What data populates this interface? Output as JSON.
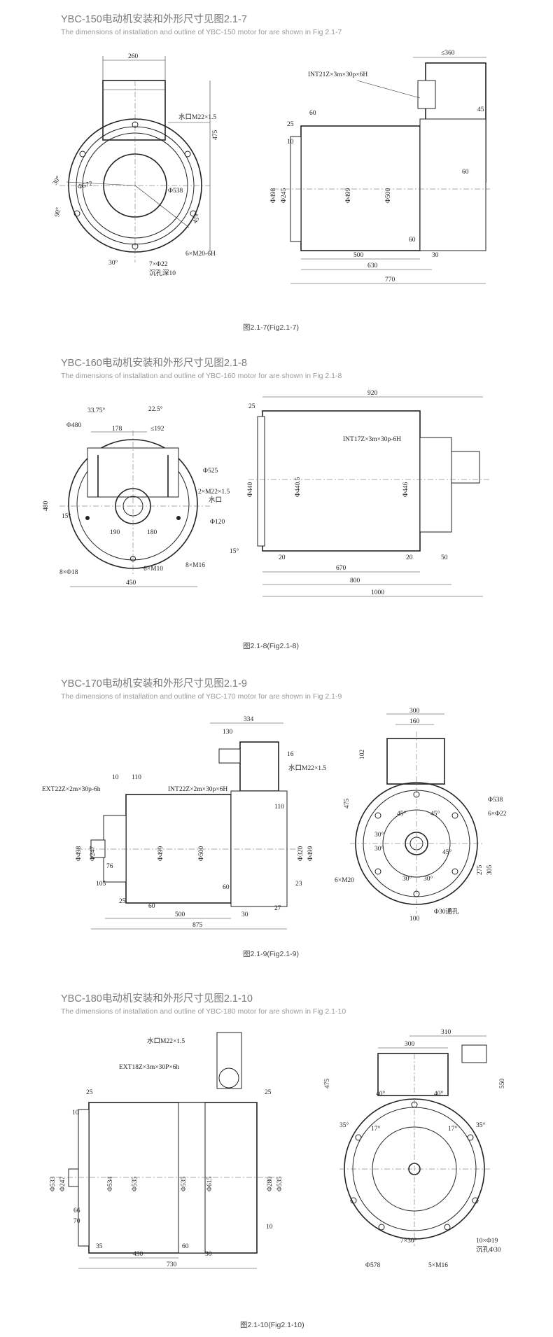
{
  "sections": [
    {
      "title_cn": "YBC-150电动机安装和外形尺寸见图2.1-7",
      "title_en": "The dimensions of installation and outline of YBC-150 motor for are shown in Fig 2.1-7",
      "caption": "图2.1-7(Fig2.1-7)",
      "labels": {
        "d260": "260",
        "water": "水口M22×1.5",
        "d475": "475",
        "a30a": "30°",
        "phi572": "Φ572",
        "phi538": "Φ538",
        "a90": "90°",
        "a45": "45°",
        "m20": "6×M20-6H",
        "a30b": "30°",
        "holes": "7×Φ22",
        "sink": "沉孔深10",
        "le360": "≤360",
        "int": "INT21Z×3m×30p×6H",
        "d25": "25",
        "d60a": "60",
        "d45": "45",
        "d10": "10",
        "phi498": "Φ498",
        "phi245": "Φ245",
        "phi499": "Φ499",
        "phi500": "Φ500",
        "d60b": "60",
        "d60c": "60",
        "d500": "500",
        "d30": "30",
        "d630": "630",
        "d770": "770"
      }
    },
    {
      "title_cn": "YBC-160电动机安装和外形尺寸见图2.1-8",
      "title_en": "The dimensions of installation and outline of YBC-160 motor for are shown in Fig 2.1-8",
      "caption": "图2.1-8(Fig2.1-8)",
      "labels": {
        "a3375": "33.75°",
        "a225": "22.5°",
        "phi480": "Φ480",
        "d178": "178",
        "le192": "≤192",
        "phi525": "Φ525",
        "water": "2×M22×1.5",
        "water2": "水口",
        "d480": "480",
        "a15": "15°",
        "phi120": "Φ120",
        "d190": "190",
        "d180": "180",
        "h18": "8×Φ18",
        "m10": "6×M10",
        "m16": "8×M16",
        "d450": "450",
        "d920": "920",
        "d25": "25",
        "int": "INT17Z×3m×30p-6H",
        "phi440": "Φ440",
        "phi4405": "Φ440.5",
        "phi446": "Φ446",
        "a15b": "15°",
        "d20a": "20",
        "d20b": "20",
        "d50": "50",
        "d670": "670",
        "d800": "800",
        "d1000": "1000"
      }
    },
    {
      "title_cn": "YBC-170电动机安装和外形尺寸见图2.1-9",
      "title_en": "The dimensions of installation and outline of YBC-170 motor for are shown in Fig 2.1-9",
      "caption": "图2.1-9(Fig2.1-9)",
      "labels": {
        "d334": "334",
        "d130": "130",
        "d16": "16",
        "water": "水口M22×1.5",
        "d10": "10",
        "d110": "110",
        "ext": "EXT22Z×2m×30p-6h",
        "int": "INT22Z×2m×30p×6H",
        "d110b": "110",
        "phi498": "Φ498",
        "phi247": "Φ247",
        "d76": "76",
        "phi499": "Φ499",
        "phi500": "Φ500",
        "phi320": "Φ320",
        "phi499b": "Φ499",
        "d105": "105",
        "d60a": "60",
        "d23": "23",
        "d25": "25",
        "d60b": "60",
        "d500": "500",
        "d30": "30",
        "d27": "27",
        "d875": "875",
        "d300": "300",
        "d160": "160",
        "d102": "102",
        "d475": "475",
        "a45a": "45°",
        "a45b": "45°",
        "phi538": "Φ538",
        "m22": "6×Φ22",
        "a30a": "30°",
        "a30b": "30°",
        "a45c": "45°",
        "a30c": "30°",
        "a30d": "30°",
        "m20": "6×M20",
        "d275": "275",
        "d305": "305",
        "d100": "100",
        "phi30": "Φ30通孔"
      }
    },
    {
      "title_cn": "YBC-180电动机安装和外形尺寸见图2.1-10",
      "title_en": "The dimensions of installation and outline of YBC-180 motor for are shown in Fig 2.1-10",
      "caption": "图2.1-10(Fig2.1-10)",
      "labels": {
        "water": "水口M22×1.5",
        "ext": "EXT18Z×3m×30P×6h",
        "d25a": "25",
        "d25b": "25",
        "d10a": "10",
        "phi533": "Φ533",
        "phi247": "Φ247",
        "phi534": "Φ534",
        "phi535": "Φ535",
        "phi536": "Φ535",
        "phi615": "Φ615",
        "phi280": "Φ280",
        "phi535b": "Φ535",
        "d66": "66",
        "d70": "70",
        "d10b": "10",
        "d35": "35",
        "d430": "430",
        "d60": "60",
        "d30": "30",
        "d730": "730",
        "d310": "310",
        "d300": "300",
        "d475": "475",
        "d550": "550",
        "a40a": "40°",
        "a40b": "40°",
        "a35a": "35°",
        "a17a": "17°",
        "a17b": "17°",
        "a35b": "35°",
        "a30": "7×30°",
        "h19": "10×Φ19",
        "sink": "沉孔Φ30",
        "phi578": "Φ578",
        "m16": "5×M16"
      }
    }
  ]
}
